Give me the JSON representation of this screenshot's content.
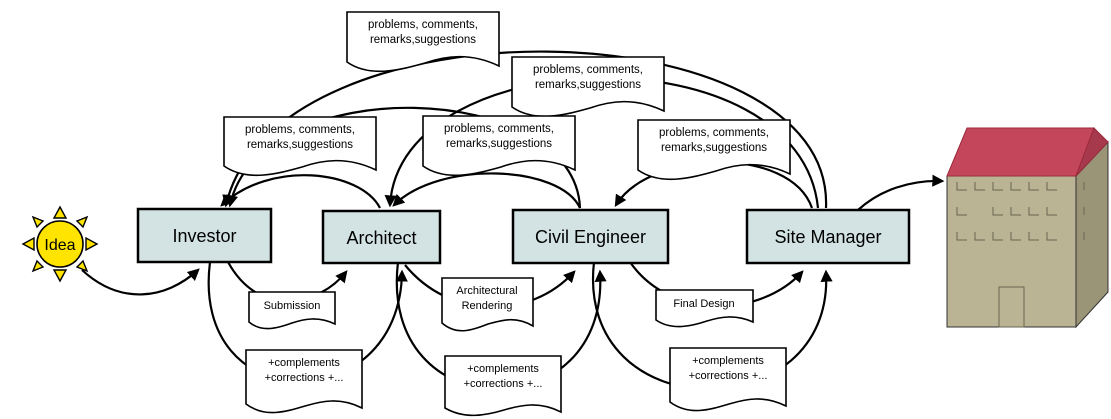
{
  "idea": {
    "label": "Idea",
    "sun_color": "#ffe400",
    "ray_color": "#ffe400"
  },
  "roles": {
    "investor": "Investor",
    "architect": "Architect",
    "civil_engineer": "Civil Engineer",
    "site_manager": "Site Manager",
    "box_fill": "#d3e3e3"
  },
  "feedback_notes": {
    "top": [
      "problems, comments,",
      "remarks,suggestions"
    ],
    "upper_middle": [
      "problems, comments,",
      "remarks,suggestions"
    ],
    "investor": [
      "problems, comments,",
      "remarks,suggestions"
    ],
    "architect": [
      "problems, comments,",
      "remarks,suggestions"
    ],
    "civil_engineer": [
      "problems, comments,",
      "remarks,suggestions"
    ]
  },
  "handoffs": {
    "submission": "Submission",
    "architectural_rendering": [
      "Architectural",
      "Rendering"
    ],
    "final_design": "Final Design"
  },
  "revision_notes": {
    "investor_architect": [
      "+complements",
      "+corrections +..."
    ],
    "architect_engineer": [
      "+complements",
      "+corrections +..."
    ],
    "engineer_manager": [
      "+complements",
      "+corrections +..."
    ]
  },
  "building": {
    "roof_color": "#c4465a",
    "wall_color": "#bab394",
    "side_color": "#9b9577"
  }
}
